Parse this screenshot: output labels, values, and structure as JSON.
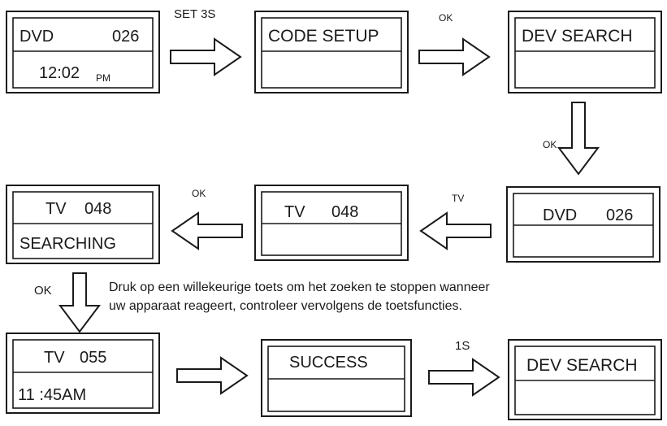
{
  "screens": {
    "s1": {
      "top": "DVD",
      "code": "026",
      "time": "12:02",
      "ampm": "PM"
    },
    "s2": {
      "top": "CODE SETUP"
    },
    "s3": {
      "top": "DEV SEARCH"
    },
    "s4": {
      "top": "DVD",
      "code": "026"
    },
    "s5": {
      "top": "TV",
      "code": "048"
    },
    "s6": {
      "top": "TV",
      "code": "048",
      "bottom": "SEARCHING"
    },
    "s7": {
      "top": "TV",
      "code": "055",
      "bottom": "11 :45AM"
    },
    "s8": {
      "top": "SUCCESS"
    },
    "s9": {
      "top": "DEV SEARCH"
    }
  },
  "arrows": {
    "a1": "SET 3S",
    "a2": "OK",
    "a3": "OK",
    "a4": "TV",
    "a5": "OK",
    "a6": "OK",
    "a8": "1S"
  },
  "note": {
    "line1": "Druk op een willekeurige toets om het zoeken te stoppen wanneer",
    "line2": "uw apparaat reageert, controleer vervolgens de toetsfuncties."
  }
}
